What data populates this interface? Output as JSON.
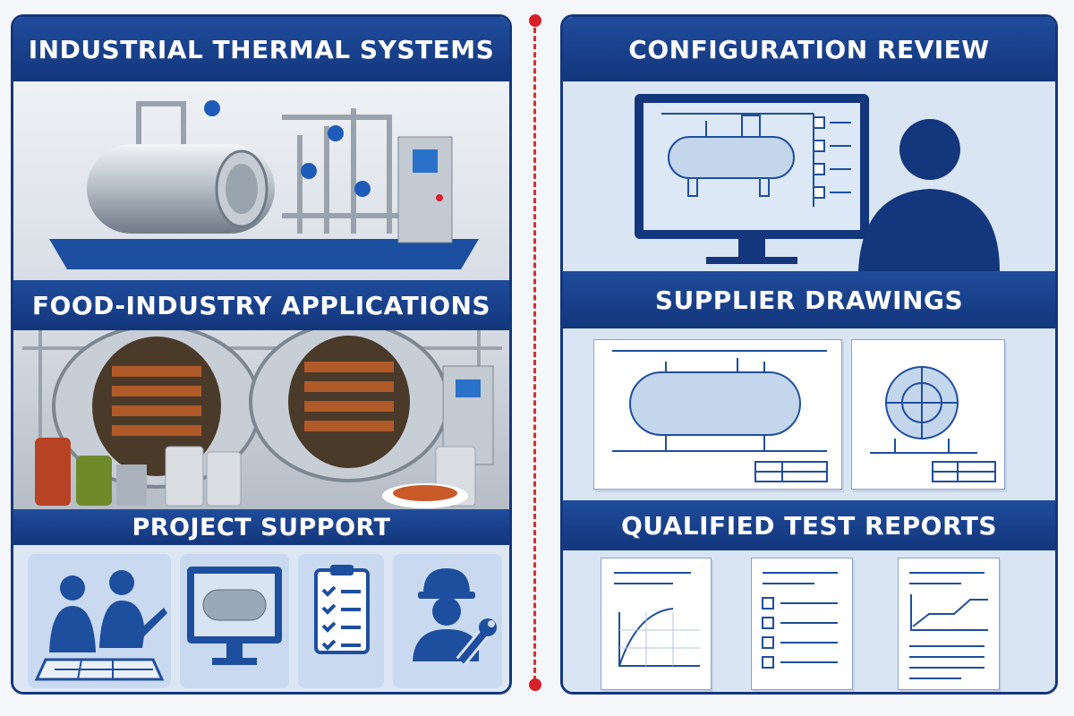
{
  "left": {
    "sections": [
      {
        "title": "INDUSTRIAL THERMAL SYSTEMS"
      },
      {
        "title": "FOOD-INDUSTRY APPLICATIONS"
      },
      {
        "title": "PROJECT SUPPORT"
      }
    ],
    "support_icons": [
      "team-planning-icon",
      "monitor-vessel-icon",
      "checklist-icon",
      "engineer-wrench-icon"
    ]
  },
  "right": {
    "sections": [
      {
        "title": "CONFIGURATION REVIEW"
      },
      {
        "title": "SUPPLIER DRAWINGS"
      },
      {
        "title": "QUALIFIED TEST REPORTS"
      }
    ],
    "report_icons": [
      "chart-report-icon",
      "checklist-report-icon",
      "trend-report-icon"
    ]
  },
  "colors": {
    "navy": "#14367d",
    "accent_red": "#d7202a",
    "light_blue": "#c9daf0"
  }
}
